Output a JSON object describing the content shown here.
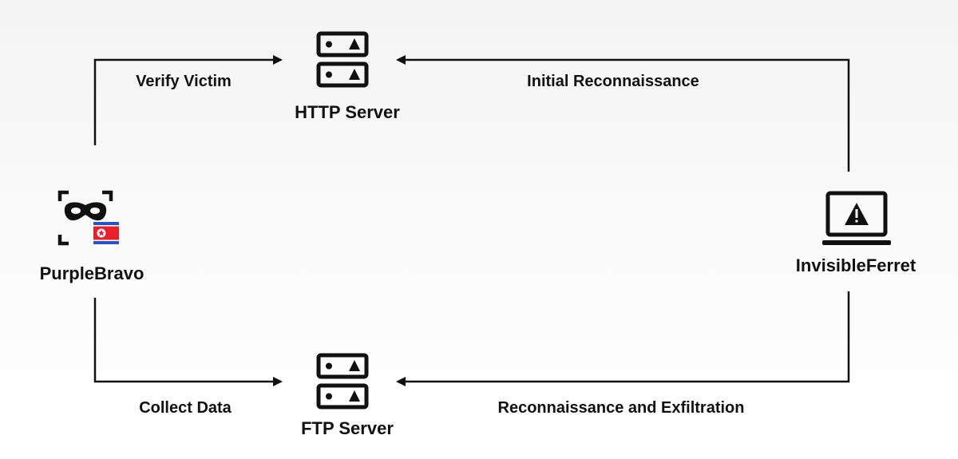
{
  "nodes": {
    "attacker": {
      "label": "PurpleBravo",
      "icon": "masked-actor-icon",
      "flag": "north-korea-flag-icon"
    },
    "http_server": {
      "label": "HTTP Server",
      "icon": "server-warning-icon"
    },
    "ftp_server": {
      "label": "FTP Server",
      "icon": "server-warning-icon"
    },
    "malware": {
      "label": "InvisibleFerret",
      "icon": "laptop-warning-icon"
    }
  },
  "edges": {
    "verify_victim": "Verify Victim",
    "initial_recon": "Initial Reconnaissance",
    "collect_data": "Collect Data",
    "recon_exfil": "Reconnaissance and Exfiltration"
  },
  "colors": {
    "ink": "#111111",
    "flag_blue": "#2255cc",
    "flag_red": "#e8202c",
    "flag_white": "#ffffff"
  }
}
